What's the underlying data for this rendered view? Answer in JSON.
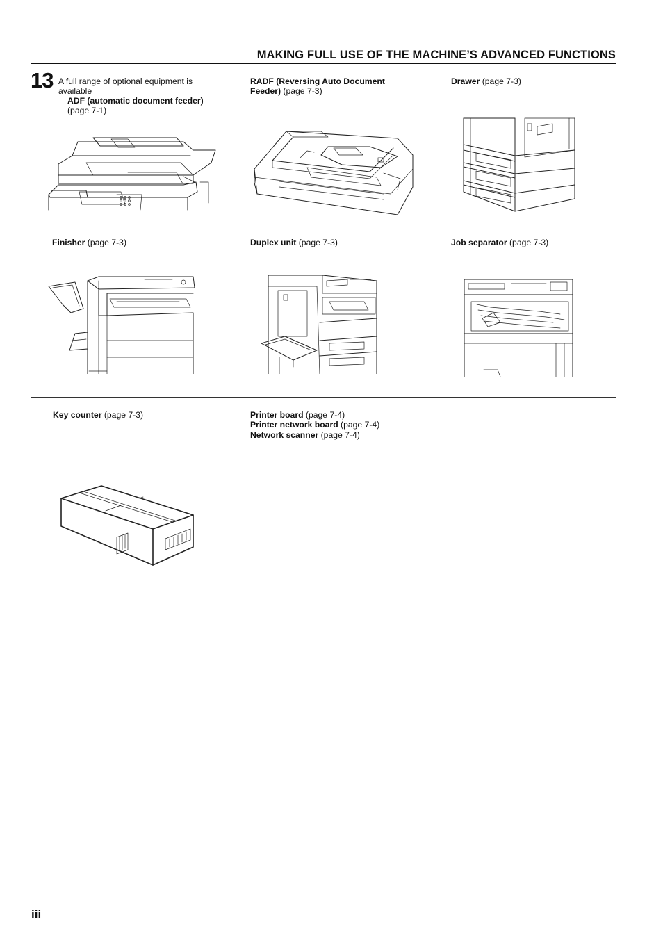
{
  "header": {
    "title": "MAKING FULL USE OF THE MACHINE’S ADVANCED FUNCTIONS"
  },
  "section": {
    "number": "13",
    "intro": "A full range of optional equipment is available"
  },
  "items": {
    "adf": {
      "name": "ADF (automatic document feeder)",
      "ref": "(page 7-1)"
    },
    "radf": {
      "name_line1": "RADF (Reversing Auto Document",
      "name_line2": "Feeder)",
      "ref": " (page 7-3)"
    },
    "drawer": {
      "name": "Drawer",
      "ref": " (page 7-3)"
    },
    "finisher": {
      "name": "Finisher",
      "ref": " (page 7-3)"
    },
    "duplex": {
      "name": "Duplex unit",
      "ref": " (page 7-3)"
    },
    "job_separator": {
      "name": "Job separator",
      "ref": " (page 7-3)"
    },
    "key_counter": {
      "name": "Key counter",
      "ref": " (page 7-3)"
    },
    "printer_board": {
      "name": "Printer board",
      "ref": " (page 7-4)"
    },
    "printer_network_board": {
      "name": "Printer network board",
      "ref": " (page 7-4)"
    },
    "network_scanner": {
      "name": "Network scanner",
      "ref": " (page 7-4)"
    }
  },
  "footer": {
    "page_number": "iii"
  }
}
